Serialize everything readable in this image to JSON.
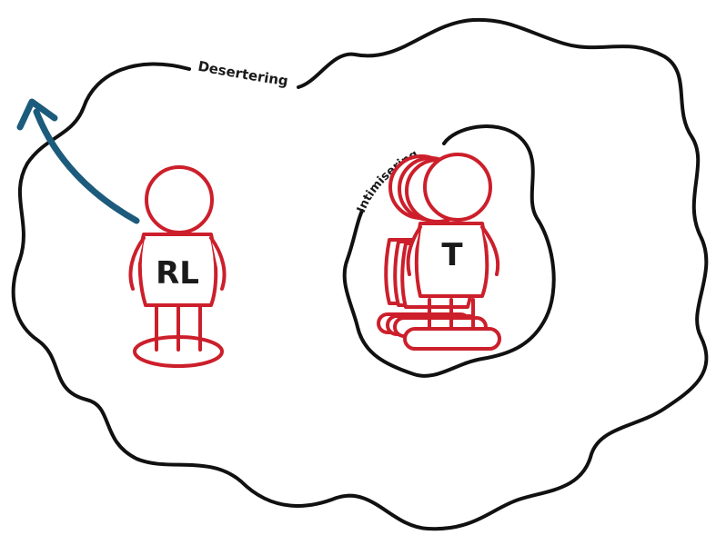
{
  "outer_boundary": {
    "label": "Desertering"
  },
  "inner_boundary": {
    "label": "Intimisering"
  },
  "figure_rl": {
    "label": "RL"
  },
  "figure_group_t": {
    "label": "T"
  },
  "colors": {
    "outline": "#111111",
    "figure": "#cc1f2b",
    "arrow": "#1c5b7c",
    "background": "#ffffff"
  }
}
